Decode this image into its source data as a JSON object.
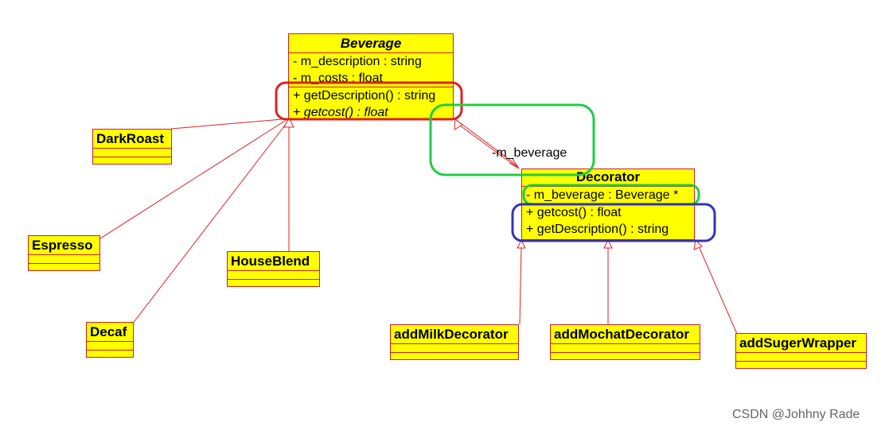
{
  "classes": {
    "beverage": {
      "name": "Beverage",
      "attributes": [
        "- m_description : string",
        "- m_costs : float"
      ],
      "methods": [
        "+ getDescription() : string",
        "+ getcost() : float"
      ]
    },
    "decorator": {
      "name": "Decorator",
      "attributes": [
        "- m_beverage : Beverage *"
      ],
      "methods": [
        "+ getcost() : float",
        "+ getDescription() : string"
      ]
    },
    "darkroast": {
      "name": "DarkRoast"
    },
    "espresso": {
      "name": "Espresso"
    },
    "houseblend": {
      "name": "HouseBlend"
    },
    "decaf": {
      "name": "Decaf"
    },
    "addmilk": {
      "name": "addMilkDecorator"
    },
    "addmochat": {
      "name": "addMochatDecorator"
    },
    "addsuger": {
      "name": "addSugerWrapper"
    }
  },
  "association_label": "-m_beverage",
  "watermark": "CSDN @Johhny Rade",
  "highlight_colors": {
    "red": "#dd2222",
    "green": "#22cc44",
    "blue": "#3333bb"
  },
  "line_color": "#dd2222"
}
